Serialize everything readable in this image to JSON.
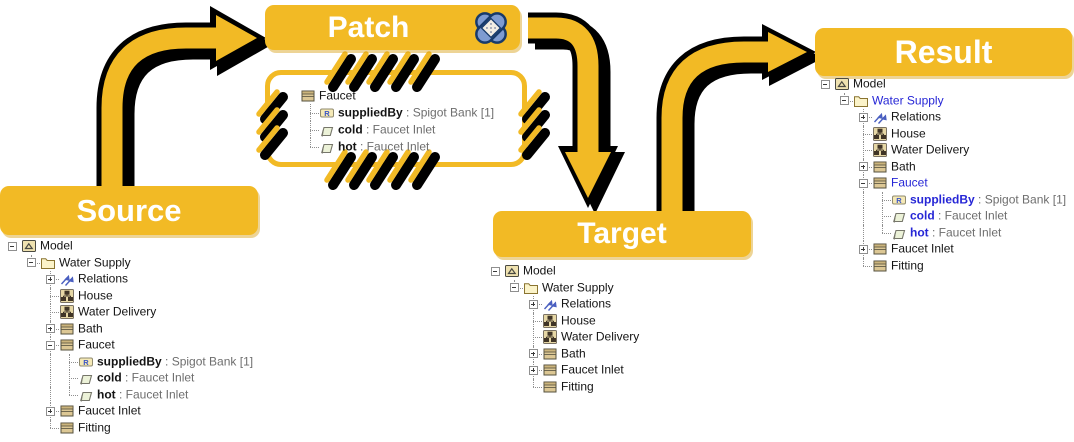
{
  "banners": {
    "source": "Source",
    "patch": "Patch",
    "target": "Target",
    "result": "Result"
  },
  "colors": {
    "banner_gold": "#F2BA25",
    "arrow_gold": "#F2BA25",
    "highlight_blue_text": "#2626D6",
    "bandaid_blue": "#7E9BD1",
    "suffix_gray": "#6e6e6e"
  },
  "patch_banner_icon": "bandaid-icon",
  "source_tree": [
    {
      "label": "Model",
      "icon": "model-icon",
      "expand": "minus",
      "depth": 0
    },
    {
      "label": "Water Supply",
      "icon": "folder-icon",
      "expand": "minus",
      "depth": 1
    },
    {
      "label": "Relations",
      "icon": "relations-icon",
      "expand": "plus",
      "depth": 2
    },
    {
      "label": "House",
      "icon": "diagram-icon",
      "expand": "none",
      "depth": 2
    },
    {
      "label": "Water Delivery",
      "icon": "diagram-icon",
      "expand": "none",
      "depth": 2
    },
    {
      "label": "Bath",
      "icon": "class-icon",
      "expand": "plus",
      "depth": 2
    },
    {
      "label": "Faucet",
      "icon": "class-icon",
      "expand": "minus",
      "depth": 2
    },
    {
      "label": "suppliedBy",
      "suffix": " : Spigot Bank [1]",
      "icon": "reference-icon",
      "expand": "none",
      "depth": 3,
      "bold": true
    },
    {
      "label": "cold",
      "suffix": " : Faucet Inlet",
      "icon": "port-icon",
      "expand": "none",
      "depth": 3,
      "bold": true
    },
    {
      "label": "hot",
      "suffix": " : Faucet Inlet",
      "icon": "port-icon",
      "expand": "none",
      "depth": 3,
      "bold": true
    },
    {
      "label": "Faucet Inlet",
      "icon": "class-icon",
      "expand": "plus",
      "depth": 2
    },
    {
      "label": "Fitting",
      "icon": "class-icon",
      "expand": "none",
      "depth": 2
    }
  ],
  "patch_tree": [
    {
      "label": "Faucet",
      "icon": "class-icon",
      "expand": "none",
      "depth": 0
    },
    {
      "label": "suppliedBy",
      "suffix": " : Spigot Bank [1]",
      "icon": "reference-icon",
      "expand": "none",
      "depth": 1,
      "bold": true
    },
    {
      "label": "cold",
      "suffix": " : Faucet Inlet",
      "icon": "port-icon",
      "expand": "none",
      "depth": 1,
      "bold": true
    },
    {
      "label": "hot",
      "suffix": " : Faucet Inlet",
      "icon": "port-icon",
      "expand": "none",
      "depth": 1,
      "bold": true
    }
  ],
  "target_tree": [
    {
      "label": "Model",
      "icon": "model-icon",
      "expand": "minus",
      "depth": 0
    },
    {
      "label": "Water Supply",
      "icon": "folder-icon",
      "expand": "minus",
      "depth": 1
    },
    {
      "label": "Relations",
      "icon": "relations-icon",
      "expand": "plus",
      "depth": 2
    },
    {
      "label": "House",
      "icon": "diagram-icon",
      "expand": "none",
      "depth": 2
    },
    {
      "label": "Water Delivery",
      "icon": "diagram-icon",
      "expand": "none",
      "depth": 2
    },
    {
      "label": "Bath",
      "icon": "class-icon",
      "expand": "plus",
      "depth": 2
    },
    {
      "label": "Faucet Inlet",
      "icon": "class-icon",
      "expand": "plus",
      "depth": 2
    },
    {
      "label": "Fitting",
      "icon": "class-icon",
      "expand": "none",
      "depth": 2
    }
  ],
  "result_tree": [
    {
      "label": "Model",
      "icon": "model-icon",
      "expand": "minus",
      "depth": 0
    },
    {
      "label": "Water Supply",
      "icon": "folder-icon",
      "expand": "minus",
      "depth": 1,
      "color": "blue"
    },
    {
      "label": "Relations",
      "icon": "relations-icon",
      "expand": "plus",
      "depth": 2
    },
    {
      "label": "House",
      "icon": "diagram-icon",
      "expand": "none",
      "depth": 2
    },
    {
      "label": "Water Delivery",
      "icon": "diagram-icon",
      "expand": "none",
      "depth": 2
    },
    {
      "label": "Bath",
      "icon": "class-icon",
      "expand": "plus",
      "depth": 2
    },
    {
      "label": "Faucet",
      "icon": "class-icon",
      "expand": "minus",
      "depth": 2,
      "color": "blue"
    },
    {
      "label": "suppliedBy",
      "suffix": " : Spigot Bank [1]",
      "icon": "reference-icon",
      "expand": "none",
      "depth": 3,
      "bold": true,
      "color": "blue"
    },
    {
      "label": "cold",
      "suffix": " : Faucet Inlet",
      "icon": "port-icon",
      "expand": "none",
      "depth": 3,
      "bold": true,
      "color": "blue"
    },
    {
      "label": "hot",
      "suffix": " : Faucet Inlet",
      "icon": "port-icon",
      "expand": "none",
      "depth": 3,
      "bold": true,
      "color": "blue"
    },
    {
      "label": "Faucet Inlet",
      "icon": "class-icon",
      "expand": "plus",
      "depth": 2
    },
    {
      "label": "Fitting",
      "icon": "class-icon",
      "expand": "none",
      "depth": 2
    }
  ]
}
